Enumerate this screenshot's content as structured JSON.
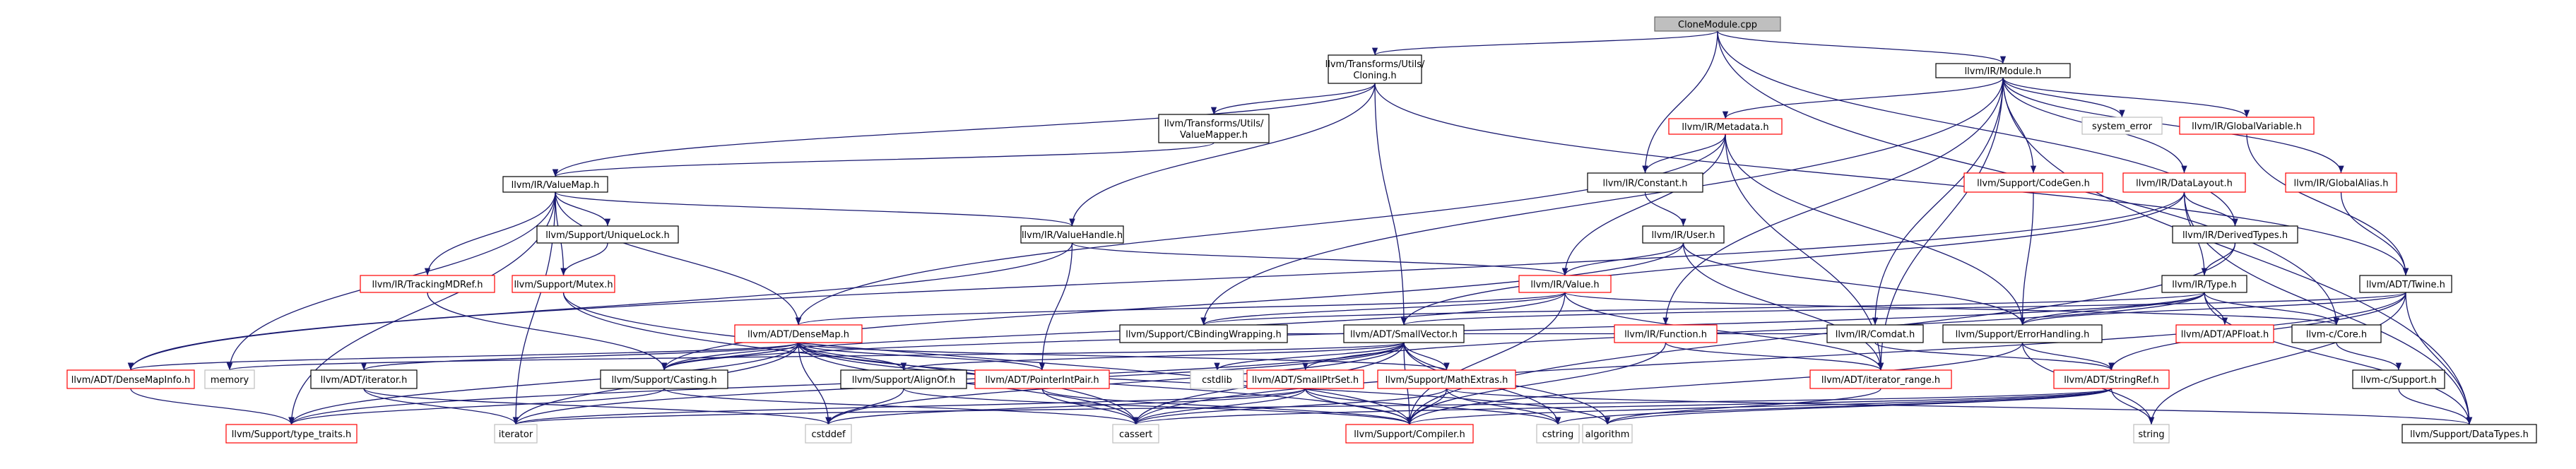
{
  "nodes": {
    "root": {
      "label": "CloneModule.cpp",
      "color": "#666666",
      "fill": "#bfbfbf"
    },
    "cloning": {
      "label": "llvm/Transforms/Utils/Cloning.h",
      "color": "#000000"
    },
    "module": {
      "label": "llvm/IR/Module.h",
      "color": "#000000"
    },
    "valuemapper": {
      "label": "llvm/Transforms/Utils/ValueMapper.h",
      "color": "#000000"
    },
    "valuemap": {
      "label": "llvm/IR/ValueMap.h",
      "color": "#000000"
    },
    "metadata": {
      "label": "llvm/IR/Metadata.h",
      "color": "#ff0000"
    },
    "system_error": {
      "label": "system_error",
      "color": "#bfbfbf"
    },
    "globalvariable": {
      "label": "llvm/IR/GlobalVariable.h",
      "color": "#ff0000"
    },
    "constant": {
      "label": "llvm/IR/Constant.h",
      "color": "#000000"
    },
    "codegen": {
      "label": "llvm/Support/CodeGen.h",
      "color": "#ff0000"
    },
    "datalayout": {
      "label": "llvm/IR/DataLayout.h",
      "color": "#ff0000"
    },
    "globalalias": {
      "label": "llvm/IR/GlobalAlias.h",
      "color": "#ff0000"
    },
    "uniquelock": {
      "label": "llvm/Support/UniqueLock.h",
      "color": "#000000"
    },
    "valuehandle": {
      "label": "llvm/IR/ValueHandle.h",
      "color": "#000000"
    },
    "user": {
      "label": "llvm/IR/User.h",
      "color": "#000000"
    },
    "derivedtypes": {
      "label": "llvm/IR/DerivedTypes.h",
      "color": "#000000"
    },
    "trackingmdref": {
      "label": "llvm/IR/TrackingMDRef.h",
      "color": "#ff0000"
    },
    "mutex": {
      "label": "llvm/Support/Mutex.h",
      "color": "#ff0000"
    },
    "value": {
      "label": "llvm/IR/Value.h",
      "color": "#ff0000"
    },
    "type": {
      "label": "llvm/IR/Type.h",
      "color": "#000000"
    },
    "twine": {
      "label": "llvm/ADT/Twine.h",
      "color": "#000000"
    },
    "densemap": {
      "label": "llvm/ADT/DenseMap.h",
      "color": "#ff0000"
    },
    "cbinding": {
      "label": "llvm/Support/CBindingWrapping.h",
      "color": "#000000"
    },
    "smallvector": {
      "label": "llvm/ADT/SmallVector.h",
      "color": "#000000"
    },
    "function": {
      "label": "llvm/IR/Function.h",
      "color": "#ff0000"
    },
    "comdat": {
      "label": "llvm/IR/Comdat.h",
      "color": "#000000"
    },
    "errorhandling": {
      "label": "llvm/Support/ErrorHandling.h",
      "color": "#000000"
    },
    "apfloat": {
      "label": "llvm/ADT/APFloat.h",
      "color": "#ff0000"
    },
    "ccore": {
      "label": "llvm-c/Core.h",
      "color": "#000000"
    },
    "densemapinfo": {
      "label": "llvm/ADT/DenseMapInfo.h",
      "color": "#ff0000"
    },
    "memory": {
      "label": "memory",
      "color": "#bfbfbf"
    },
    "iteratorh": {
      "label": "llvm/ADT/iterator.h",
      "color": "#000000"
    },
    "casting": {
      "label": "llvm/Support/Casting.h",
      "color": "#000000"
    },
    "alignof": {
      "label": "llvm/Support/AlignOf.h",
      "color": "#000000"
    },
    "pointerintpair": {
      "label": "llvm/ADT/PointerIntPair.h",
      "color": "#ff0000"
    },
    "cstdlib": {
      "label": "cstdlib",
      "color": "#bfbfbf"
    },
    "smallptrset": {
      "label": "llvm/ADT/SmallPtrSet.h",
      "color": "#ff0000"
    },
    "mathextras": {
      "label": "llvm/Support/MathExtras.h",
      "color": "#ff0000"
    },
    "iterator_range": {
      "label": "llvm/ADT/iterator_range.h",
      "color": "#ff0000"
    },
    "stringref": {
      "label": "llvm/ADT/StringRef.h",
      "color": "#ff0000"
    },
    "csupport": {
      "label": "llvm-c/Support.h",
      "color": "#000000"
    },
    "type_traits": {
      "label": "llvm/Support/type_traits.h",
      "color": "#ff0000"
    },
    "iterator": {
      "label": "iterator",
      "color": "#bfbfbf"
    },
    "cstddef": {
      "label": "cstddef",
      "color": "#bfbfbf"
    },
    "cassert": {
      "label": "cassert",
      "color": "#bfbfbf"
    },
    "compiler": {
      "label": "llvm/Support/Compiler.h",
      "color": "#ff0000"
    },
    "cstring": {
      "label": "cstring",
      "color": "#bfbfbf"
    },
    "algorithm": {
      "label": "algorithm",
      "color": "#bfbfbf"
    },
    "string": {
      "label": "string",
      "color": "#bfbfbf"
    },
    "datatypes": {
      "label": "llvm/Support/DataTypes.h",
      "color": "#000000"
    }
  },
  "edges": [
    [
      "root",
      "cloning"
    ],
    [
      "root",
      "module"
    ],
    [
      "root",
      "constant"
    ],
    [
      "root",
      "derivedtypes"
    ],
    [
      "root",
      "ccore"
    ],
    [
      "cloning",
      "valuemapper"
    ],
    [
      "cloning",
      "valuemap"
    ],
    [
      "cloning",
      "valuehandle"
    ],
    [
      "cloning",
      "smallvector"
    ],
    [
      "cloning",
      "twine"
    ],
    [
      "module",
      "metadata"
    ],
    [
      "module",
      "system_error"
    ],
    [
      "module",
      "globalvariable"
    ],
    [
      "module",
      "codegen"
    ],
    [
      "module",
      "datalayout"
    ],
    [
      "module",
      "globalalias"
    ],
    [
      "module",
      "function"
    ],
    [
      "module",
      "comdat"
    ],
    [
      "module",
      "cbinding"
    ],
    [
      "module",
      "datatypes"
    ],
    [
      "module",
      "iterator_range"
    ],
    [
      "valuemapper",
      "valuemap"
    ],
    [
      "valuemap",
      "uniquelock"
    ],
    [
      "valuemap",
      "valuehandle"
    ],
    [
      "valuemap",
      "trackingmdref"
    ],
    [
      "valuemap",
      "mutex"
    ],
    [
      "valuemap",
      "densemap"
    ],
    [
      "valuemap",
      "memory"
    ],
    [
      "valuemap",
      "type_traits"
    ],
    [
      "valuemap",
      "iterator"
    ],
    [
      "metadata",
      "constant"
    ],
    [
      "metadata",
      "value"
    ],
    [
      "metadata",
      "densemap"
    ],
    [
      "metadata",
      "iterator_range"
    ],
    [
      "metadata",
      "errorhandling"
    ],
    [
      "globalvariable",
      "twine"
    ],
    [
      "globalalias",
      "twine"
    ],
    [
      "constant",
      "user"
    ],
    [
      "codegen",
      "errorhandling"
    ],
    [
      "datalayout",
      "derivedtypes"
    ],
    [
      "datalayout",
      "type"
    ],
    [
      "datalayout",
      "smallvector"
    ],
    [
      "datalayout",
      "densemapinfo"
    ],
    [
      "datalayout",
      "datatypes"
    ],
    [
      "uniquelock",
      "mutex"
    ],
    [
      "valuehandle",
      "value"
    ],
    [
      "valuehandle",
      "pointerintpair"
    ],
    [
      "valuehandle",
      "densemapinfo"
    ],
    [
      "user",
      "value"
    ],
    [
      "user",
      "iterator_range"
    ],
    [
      "user",
      "errorhandling"
    ],
    [
      "user",
      "casting"
    ],
    [
      "derivedtypes",
      "type"
    ],
    [
      "derivedtypes",
      "compiler"
    ],
    [
      "mutex",
      "compiler"
    ],
    [
      "mutex",
      "cassert"
    ],
    [
      "trackingmdref",
      "casting"
    ],
    [
      "value",
      "densemap"
    ],
    [
      "value",
      "cbinding"
    ],
    [
      "value",
      "iterator_range"
    ],
    [
      "value",
      "compiler"
    ],
    [
      "value",
      "casting"
    ],
    [
      "value",
      "ccore"
    ],
    [
      "type",
      "apfloat"
    ],
    [
      "type",
      "ccore"
    ],
    [
      "type",
      "errorhandling"
    ],
    [
      "type",
      "smallptrset"
    ],
    [
      "type",
      "casting"
    ],
    [
      "type",
      "cbinding"
    ],
    [
      "type",
      "datatypes"
    ],
    [
      "twine",
      "smallvector"
    ],
    [
      "twine",
      "stringref"
    ],
    [
      "twine",
      "errorhandling"
    ],
    [
      "twine",
      "datatypes"
    ],
    [
      "twine",
      "string"
    ],
    [
      "twine",
      "cassert"
    ],
    [
      "densemap",
      "densemapinfo"
    ],
    [
      "densemap",
      "iteratorh"
    ],
    [
      "densemap",
      "alignof"
    ],
    [
      "densemap",
      "mathextras"
    ],
    [
      "densemap",
      "casting"
    ],
    [
      "densemap",
      "type_traits"
    ],
    [
      "densemap",
      "compiler"
    ],
    [
      "densemap",
      "cassert"
    ],
    [
      "densemap",
      "cstddef"
    ],
    [
      "densemap",
      "iterator"
    ],
    [
      "densemap",
      "pointerintpair"
    ],
    [
      "densemap",
      "algorithm"
    ],
    [
      "smallvector",
      "alignof"
    ],
    [
      "smallvector",
      "mathextras"
    ],
    [
      "smallvector",
      "type_traits"
    ],
    [
      "smallvector",
      "compiler"
    ],
    [
      "smallvector",
      "memory"
    ],
    [
      "smallvector",
      "cstddef"
    ],
    [
      "smallvector",
      "cstdlib"
    ],
    [
      "smallvector",
      "cstring"
    ],
    [
      "smallvector",
      "iterator"
    ],
    [
      "smallvector",
      "cassert"
    ],
    [
      "smallvector",
      "algorithm"
    ],
    [
      "function",
      "iterator_range"
    ],
    [
      "function",
      "compiler"
    ],
    [
      "comdat",
      "stringref"
    ],
    [
      "comdat",
      "cbinding"
    ],
    [
      "errorhandling",
      "compiler"
    ],
    [
      "errorhandling",
      "stringref"
    ],
    [
      "errorhandling",
      "string"
    ],
    [
      "ccore",
      "csupport"
    ],
    [
      "csupport",
      "datatypes"
    ],
    [
      "densemapinfo",
      "type_traits"
    ],
    [
      "iteratorh",
      "cstddef"
    ],
    [
      "iteratorh",
      "iterator"
    ],
    [
      "casting",
      "type_traits"
    ],
    [
      "casting",
      "cassert"
    ],
    [
      "alignof",
      "compiler"
    ],
    [
      "alignof",
      "cstddef"
    ],
    [
      "pointerintpair",
      "compiler"
    ],
    [
      "pointerintpair",
      "cassert"
    ],
    [
      "smallptrset",
      "compiler"
    ],
    [
      "smallptrset",
      "cassert"
    ],
    [
      "smallptrset",
      "cstddef"
    ],
    [
      "smallptrset",
      "cstring"
    ],
    [
      "smallptrset",
      "iterator"
    ],
    [
      "mathextras",
      "compiler"
    ],
    [
      "mathextras",
      "cstring"
    ],
    [
      "mathextras",
      "cassert"
    ],
    [
      "mathextras",
      "datatypes"
    ],
    [
      "iterator_range",
      "algorithm"
    ],
    [
      "stringref",
      "compiler"
    ],
    [
      "stringref",
      "cstring"
    ],
    [
      "stringref",
      "string"
    ],
    [
      "stringref",
      "algorithm"
    ],
    [
      "stringref",
      "cassert"
    ],
    [
      "stringref",
      "iterator"
    ]
  ]
}
